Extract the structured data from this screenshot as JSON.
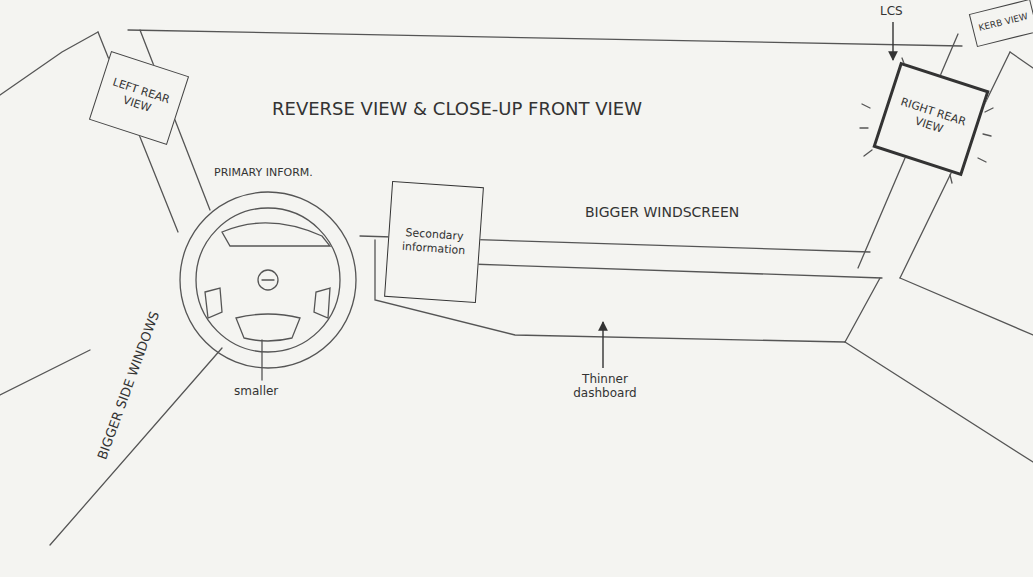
{
  "diagram": {
    "nodes": [
      {
        "text": [
          "LEFT REAR VIEW"
        ]
      },
      {
        "text": [
          "KERB VIEW"
        ]
      },
      {
        "text": [
          "RIGHT REAR VIEW"
        ]
      },
      {
        "text": [
          "Secondary information"
        ]
      }
    ],
    "labels": [
      "LCS",
      "REVERSE VIEW & CLOSE-UP FRONT VIEW",
      "PRIMARY INFORM.",
      "BIGGER WINDSCREEN",
      "BIGGER SIDE WINDOWS",
      "smaller",
      "Thinner dashboard"
    ]
  }
}
